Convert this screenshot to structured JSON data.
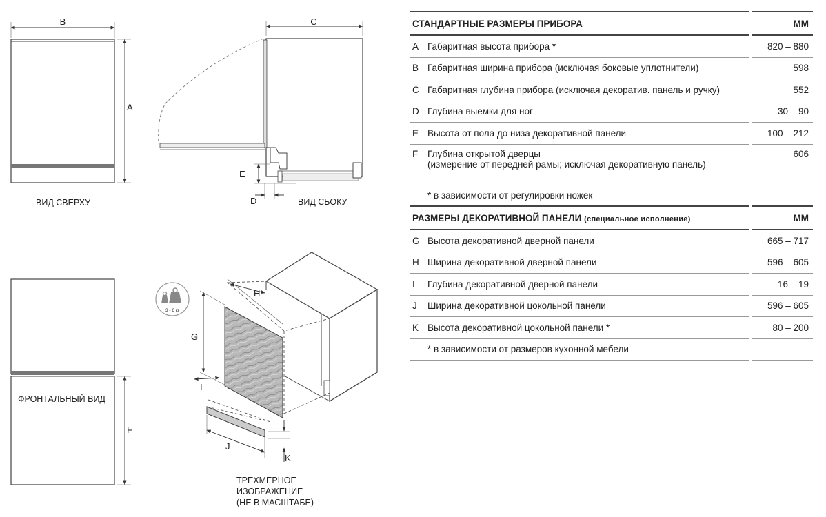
{
  "views": {
    "top_view": "ВИД СВЕРХУ",
    "side_view": "ВИД СБОКУ",
    "front_view": "ФРОНТАЛЬНЫЙ ВИД",
    "iso_view_line1": "ТРЕХМЕРНОЕ",
    "iso_view_line2": "ИЗОБРАЖЕНИЕ",
    "iso_view_line3": "(НЕ В МАСШТАБЕ)"
  },
  "dim_letters": {
    "A": "A",
    "B": "B",
    "C": "C",
    "D": "D",
    "E": "E",
    "F": "F",
    "G": "G",
    "H": "H",
    "I": "I",
    "J": "J",
    "K": "K"
  },
  "weight_badge": "3 - 6 кг",
  "table1": {
    "title": "СТАНДАРТНЫЕ РАЗМЕРЫ ПРИБОРА",
    "unit": "ММ",
    "rows": [
      {
        "letter": "A",
        "desc": "Габаритная высота прибора *",
        "value": "820 – 880"
      },
      {
        "letter": "B",
        "desc": "Габаритная ширина прибора (исключая боковые уплотнители)",
        "value": "598"
      },
      {
        "letter": "C",
        "desc": "Габаритная глубина прибора (исключая декоратив. панель и ручку)",
        "value": "552"
      },
      {
        "letter": "D",
        "desc": "Глубина выемки для ног",
        "value": "30 – 90"
      },
      {
        "letter": "E",
        "desc": "Высота от пола до низа декоративной панели",
        "value": "100 – 212"
      },
      {
        "letter": "F",
        "desc_line1": "Глубина открытой дверцы",
        "desc_line2": "(измерение от передней рамы; исключая декоративную панель)",
        "value": "606"
      }
    ],
    "footnote": "* в зависимости от регулировки ножек"
  },
  "table2": {
    "title": "РАЗМЕРЫ ДЕКОРАТИВНОЙ ПАНЕЛИ",
    "title_small": "(специальное исполнение)",
    "unit": "ММ",
    "rows": [
      {
        "letter": "G",
        "desc": "Высота декоративной дверной панели",
        "value": "665 – 717"
      },
      {
        "letter": "H",
        "desc": "Ширина декоративной дверной панели",
        "value": "596 – 605"
      },
      {
        "letter": "I",
        "desc": "Глубина декоративной дверной панели",
        "value": "16 – 19"
      },
      {
        "letter": "J",
        "desc": "Ширина декоративной цокольной панели",
        "value": "596 – 605"
      },
      {
        "letter": "K",
        "desc": "Высота декоративной цокольной панели *",
        "value": "80 – 200"
      }
    ],
    "footnote": "* в зависимости от размеров кухонной мебели"
  }
}
